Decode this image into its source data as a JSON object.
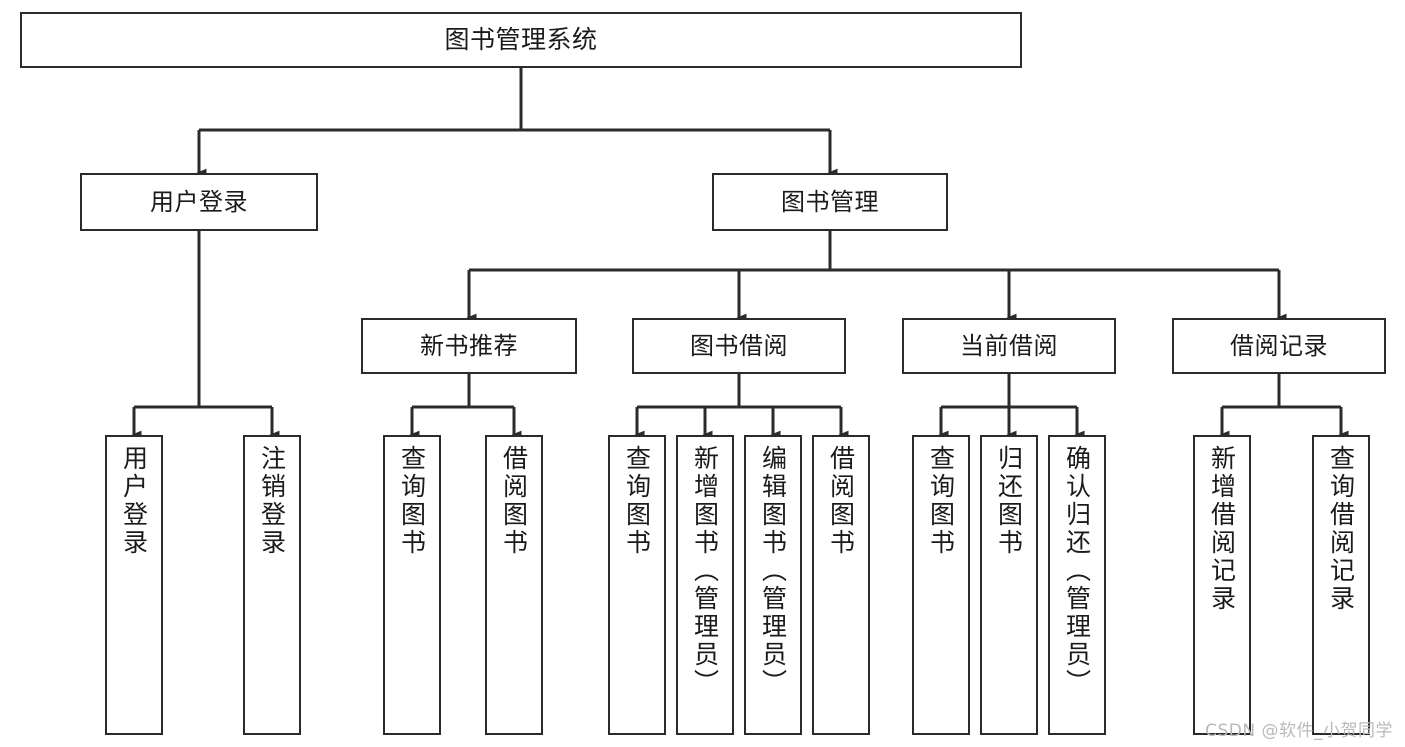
{
  "diagram": {
    "title": "图书管理系统",
    "type": "hierarchy-tree",
    "stroke_color": "#2b2b2b",
    "fill_color": "#ffffff",
    "text_color": "#1b1b1b",
    "root": {
      "id": "root",
      "label": "图书管理系统"
    },
    "level2": [
      {
        "id": "user-login",
        "label": "用户登录"
      },
      {
        "id": "book-management",
        "label": "图书管理"
      }
    ],
    "level3": [
      {
        "id": "new-book-recommend",
        "label": "新书推荐"
      },
      {
        "id": "book-borrow",
        "label": "图书借阅"
      },
      {
        "id": "current-borrow",
        "label": "当前借阅"
      },
      {
        "id": "borrow-record",
        "label": "借阅记录"
      }
    ],
    "leaves": [
      {
        "id": "leaf-user-login",
        "label": "用户登录",
        "parent": "user-login"
      },
      {
        "id": "leaf-logout-login",
        "label": "注销登录",
        "parent": "user-login"
      },
      {
        "id": "leaf-query-book-1",
        "label": "查询图书",
        "parent": "new-book-recommend"
      },
      {
        "id": "leaf-borrow-book-1",
        "label": "借阅图书",
        "parent": "new-book-recommend"
      },
      {
        "id": "leaf-query-book-2",
        "label": "查询图书",
        "parent": "book-borrow"
      },
      {
        "id": "leaf-add-book",
        "label": "新增图书（管理员）",
        "parent": "book-borrow"
      },
      {
        "id": "leaf-edit-book",
        "label": "编辑图书（管理员）",
        "parent": "book-borrow"
      },
      {
        "id": "leaf-borrow-book-2",
        "label": "借阅图书",
        "parent": "book-borrow"
      },
      {
        "id": "leaf-query-book-3",
        "label": "查询图书",
        "parent": "current-borrow"
      },
      {
        "id": "leaf-return-book",
        "label": "归还图书",
        "parent": "current-borrow"
      },
      {
        "id": "leaf-confirm-return",
        "label": "确认归还（管理员）",
        "parent": "current-borrow"
      },
      {
        "id": "leaf-add-record",
        "label": "新增借阅记录",
        "parent": "borrow-record"
      },
      {
        "id": "leaf-query-record",
        "label": "查询借阅记录",
        "parent": "borrow-record"
      }
    ]
  },
  "watermark": {
    "text": "CSDN @软件_小贺同学"
  }
}
